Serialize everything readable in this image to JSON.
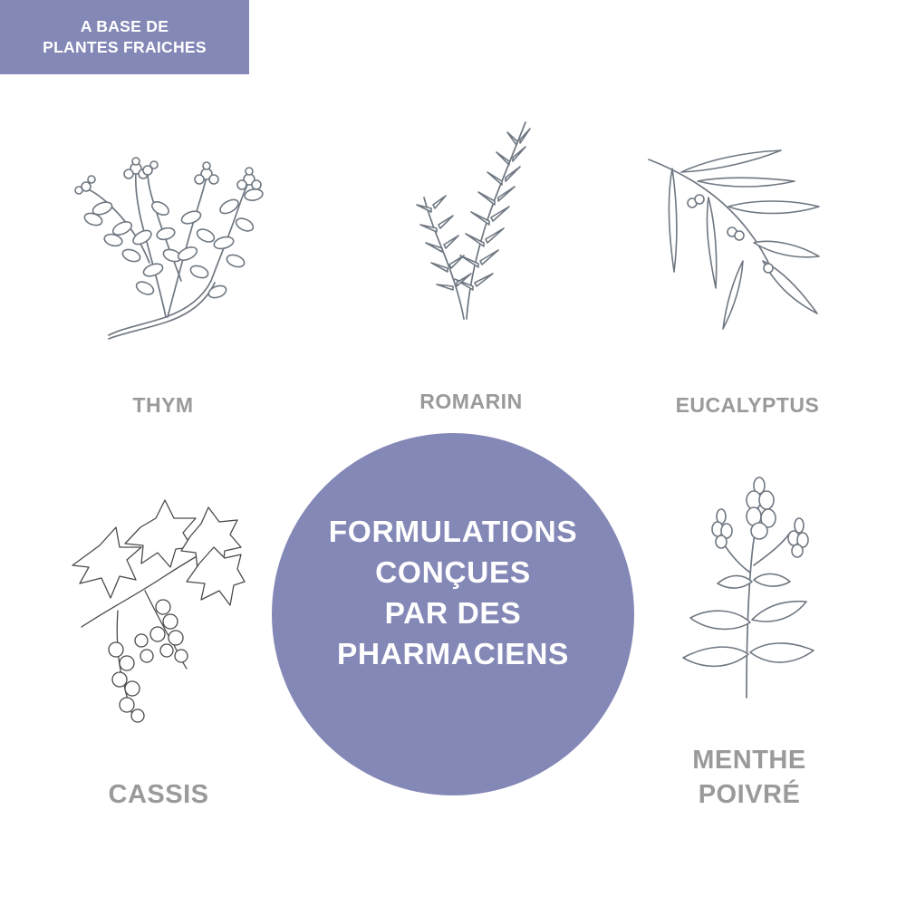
{
  "badge": {
    "line1": "A BASE DE",
    "line2": "PLANTES FRAICHES"
  },
  "plants": {
    "thym": "THYM",
    "romarin": "ROMARIN",
    "eucalyptus": "EUCALYPTUS",
    "cassis": "CASSIS",
    "menthe_line1": "MENTHE",
    "menthe_line2": "POIVRÉ"
  },
  "center": {
    "line1": "FORMULATIONS",
    "line2": "CONÇUES",
    "line3": "PAR DES",
    "line4": "PHARMACIENS"
  },
  "colors": {
    "accent": "#8488b6",
    "label_gray": "#9a9a9a",
    "illustration_stroke": "#6f7882"
  },
  "icons": [
    "thyme-illustration",
    "rosemary-illustration",
    "eucalyptus-illustration",
    "blackcurrant-illustration",
    "peppermint-illustration"
  ]
}
